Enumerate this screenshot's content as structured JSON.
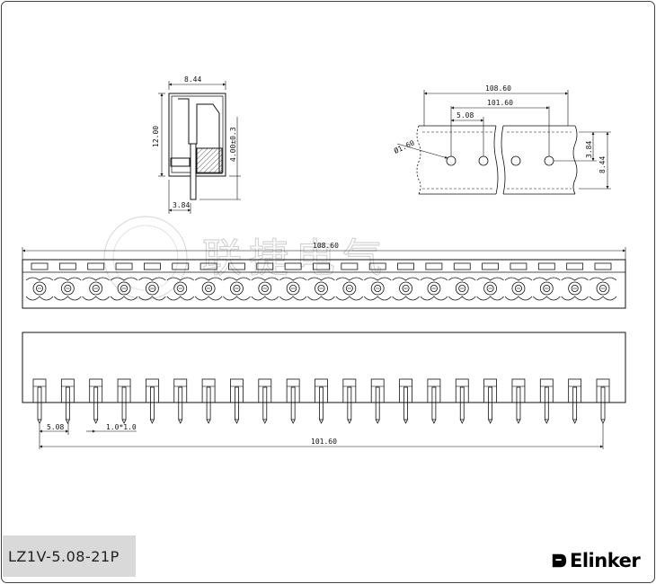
{
  "part_number": "LZ1V-5.08-21P",
  "brand": "Elinker",
  "watermark_text": "联捷电气",
  "pin_count": 21,
  "side_view": {
    "width": "8.44",
    "height": "12.00",
    "pin_depth": "4.00±0.3",
    "pin_offset": "3.84"
  },
  "pcb_layout": {
    "overall": "108.60",
    "span": "101.60",
    "pitch": "5.08",
    "hole": "Ø1.60",
    "row": "3.84",
    "depth": "8.44"
  },
  "top_view": {
    "length": "108.60"
  },
  "front_view": {
    "pitch": "5.08",
    "pin_size": "1.0*1.0",
    "span": "101.60"
  }
}
